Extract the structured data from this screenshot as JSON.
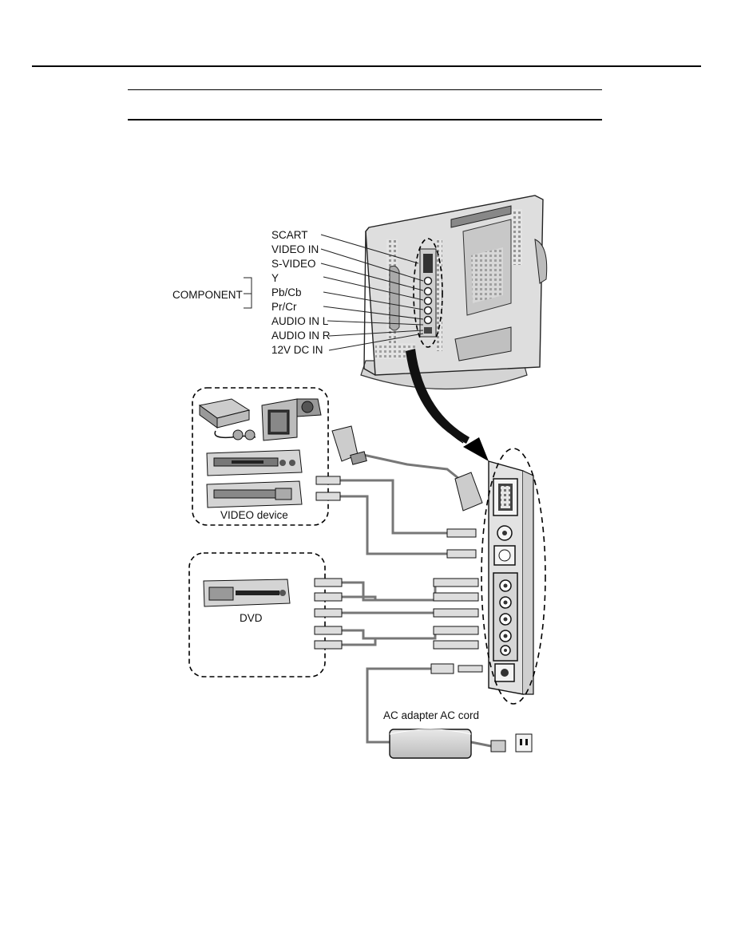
{
  "labels": {
    "ports": [
      "SCART",
      "VIDEO IN",
      "S-VIDEO",
      "Y",
      "Pb/Cb",
      "Pr/Cr",
      "AUDIO IN L",
      "AUDIO IN R",
      "12V DC IN"
    ],
    "component": "COMPONENT",
    "video_device": "VIDEO device",
    "dvd": "DVD",
    "ac_adapter": "AC adapter AC cord"
  }
}
